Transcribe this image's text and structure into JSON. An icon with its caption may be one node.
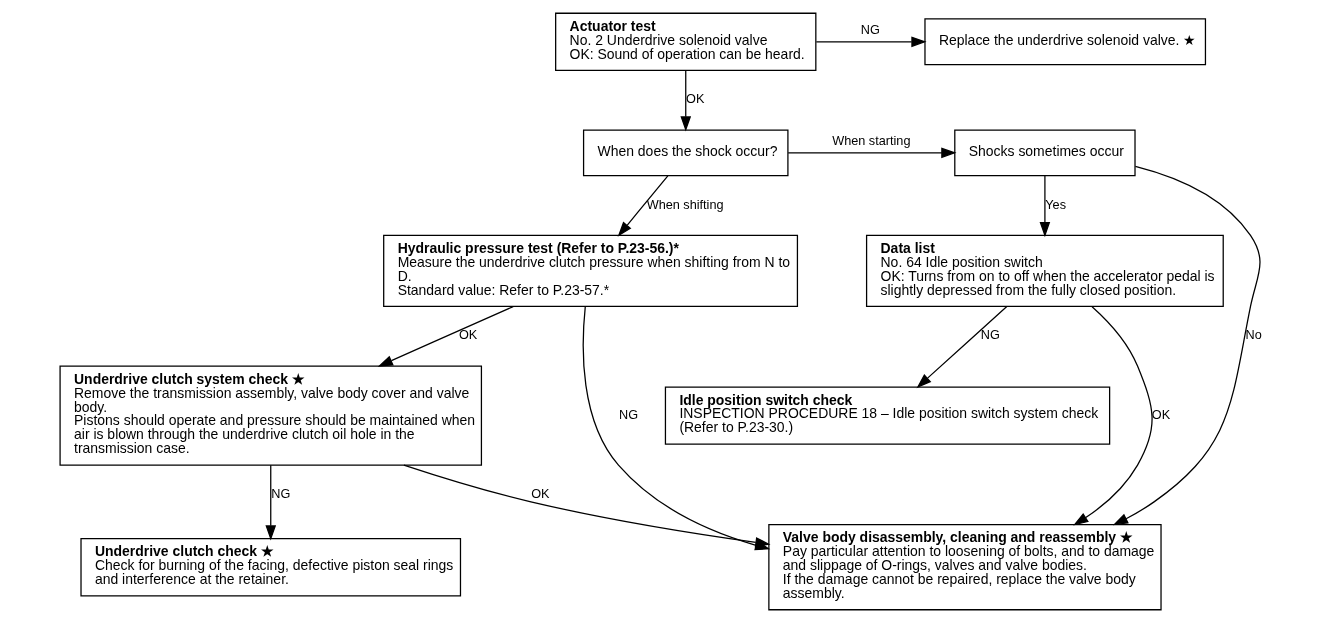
{
  "diagram": {
    "nodes": [
      {
        "text": [
          "Actuator test",
          "No. 2 Underdrive solenoid valve",
          "OK: Sound of operation can be heard."
        ]
      },
      {
        "text": [
          "Replace the underdrive solenoid valve. ★"
        ]
      },
      {
        "text": [
          "When does the shock occur?"
        ]
      },
      {
        "text": [
          "Shocks sometimes occur"
        ]
      },
      {
        "text": [
          "Hydraulic pressure test (Refer to P.23-56.)*",
          "Measure the underdrive clutch pressure when shifting from N to D.",
          "Standard value: Refer to P.23-57.*"
        ]
      },
      {
        "text": [
          "Data list",
          "No. 64 Idle position switch",
          "OK: Turns from on to off when the accelerator pedal is slightly depressed from the fully closed position."
        ]
      },
      {
        "text": [
          "Underdrive clutch system check ★",
          "Remove the transmission assembly, valve body cover and valve body.",
          "Pistons should operate and pressure should be maintained when air is blown through the underdrive clutch oil hole in the transmission case."
        ]
      },
      {
        "text": [
          "Idle position switch check",
          "INSPECTION PROCEDURE 18 – Idle position switch system check (Refer to P.23-30.)"
        ]
      },
      {
        "text": [
          "Valve body disassembly, cleaning and reassembly ★",
          "Pay particular attention to loosening of bolts, and to damage and slippage of O-rings, valves and valve bodies.",
          "If the damage cannot be repaired, replace the valve body assembly."
        ]
      },
      {
        "text": [
          "Underdrive clutch check ★",
          "Check for burning of the facing, defective piston seal rings and interference at the retainer."
        ]
      }
    ],
    "edges": [
      {
        "from": 0,
        "to": 1,
        "arrow": "to",
        "label": "NG"
      },
      {
        "from": 0,
        "to": 2,
        "arrow": "to",
        "label": "OK"
      },
      {
        "from": 2,
        "to": 3,
        "arrow": "to",
        "label": "When starting"
      },
      {
        "from": 2,
        "to": 4,
        "arrow": "to",
        "label": "When shifting"
      },
      {
        "from": 3,
        "to": 8,
        "arrow": "to",
        "label": "No"
      },
      {
        "from": 3,
        "to": 5,
        "arrow": "to",
        "label": "Yes"
      },
      {
        "from": 4,
        "to": 8,
        "arrow": "to",
        "label": "NG"
      },
      {
        "from": 4,
        "to": 6,
        "arrow": "to",
        "label": "OK"
      },
      {
        "from": 6,
        "to": 8,
        "arrow": "to",
        "label": "OK"
      },
      {
        "from": 5,
        "to": 8,
        "arrow": "to",
        "label": "OK"
      },
      {
        "from": 5,
        "to": 7,
        "arrow": "to",
        "label": "NG"
      },
      {
        "from": 6,
        "to": 9,
        "arrow": "to",
        "label": "NG"
      }
    ]
  }
}
